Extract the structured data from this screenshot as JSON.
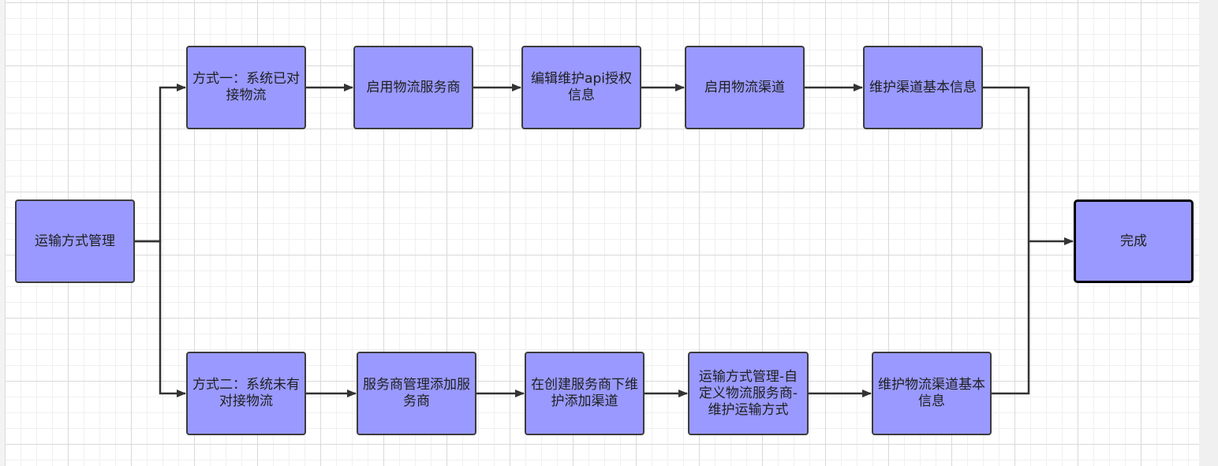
{
  "colors": {
    "node_fill": "#9999ff",
    "node_border": "#3c3c3c",
    "edge": "#333333",
    "grid_major": "#d9d9d9",
    "grid_minor": "#f0f0f0"
  },
  "nodes": {
    "start": "运输方式管理",
    "end": "完成",
    "top": [
      "方式一：系统已对接物流",
      "启用物流服务商",
      "编辑维护api授权信息",
      "启用物流渠道",
      "维护渠道基本信息"
    ],
    "bottom": [
      "方式二：系统未有对接物流",
      "服务商管理添加服务商",
      "在创建服务商下维护添加渠道",
      "运输方式管理-自定义物流服务商-维护运输方式",
      "维护物流渠道基本信息"
    ]
  }
}
